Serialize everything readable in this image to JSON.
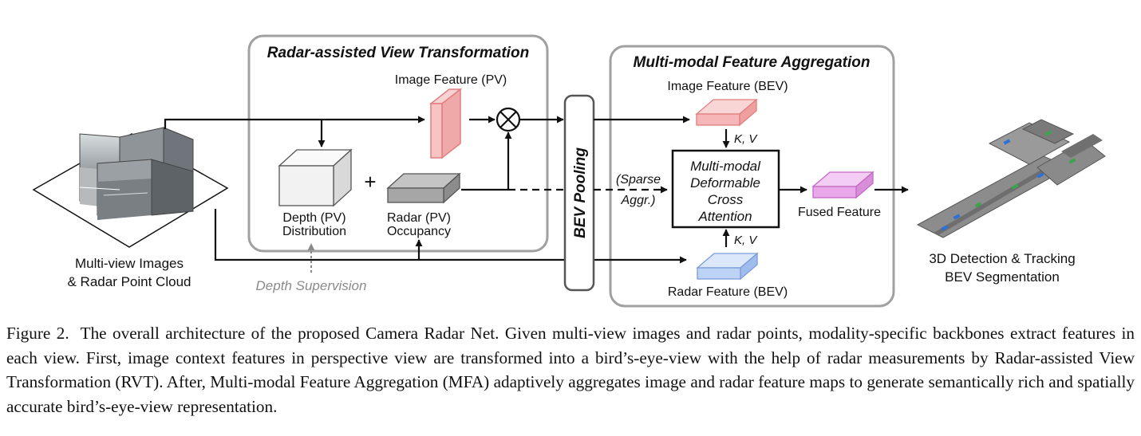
{
  "rvt_box": {
    "title": "Radar-assisted View Transformation"
  },
  "mfa_box": {
    "title": "Multi-modal Feature Aggregation"
  },
  "input": {
    "label_line1": "Multi-view Images",
    "label_line2": "& Radar Point Cloud"
  },
  "image_feature_pv": {
    "label": "Image Feature (PV)"
  },
  "depth_pv": {
    "label_line1": "Depth (PV)",
    "label_line2": "Distribution"
  },
  "radar_pv": {
    "label_line1": "Radar (PV)",
    "label_line2": "Occupancy"
  },
  "plus_symbol": "+",
  "depth_supervision": {
    "label": "Depth Supervision"
  },
  "bev_pooling": {
    "label": "BEV Pooling"
  },
  "sparse_aggr": {
    "line1": "(Sparse",
    "line2": "Aggr.)"
  },
  "image_feature_bev": {
    "label": "Image Feature (BEV)"
  },
  "radar_feature_bev": {
    "label": "Radar Feature (BEV)"
  },
  "kv_top": "K, V",
  "kv_bottom": "K, V",
  "attention_block": {
    "line1": "Multi-modal",
    "line2": "Deformable",
    "line3": "Cross",
    "line4": "Attention"
  },
  "fused_feature": {
    "label": "Fused Feature"
  },
  "output": {
    "label_line1": "3D Detection & Tracking",
    "label_line2": "BEV Segmentation"
  },
  "caption": {
    "label": "Figure 2.",
    "text": "The overall architecture of the proposed Camera Radar Net. Given multi-view images and radar points, modality-specific backbones extract features in each view. First, image context features in perspective view are transformed into a bird’s-eye-view with the help of radar measurements by Radar-assisted View Transformation (RVT). After, Multi-modal Feature Aggregation (MFA) adaptively aggregates image and radar feature maps to generate semantically rich and spatially accurate bird’s-eye-view representation."
  },
  "colors": {
    "image_feature": "#f4b6b6",
    "radar_feature": "#bcd3f5",
    "fused_feature": "#e9a8e9",
    "depth_cuboid": "#f2f2f2",
    "radar_cuboid": "#a6a6a6",
    "box_border": "#a0a0a0",
    "scene_road": "#7d7d7d"
  }
}
